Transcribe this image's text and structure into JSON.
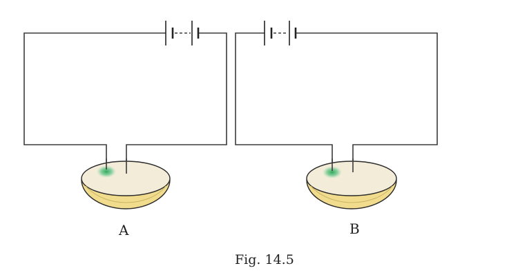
{
  "panels": [
    {
      "label": "A",
      "spot_color": "#2fa85a"
    },
    {
      "label": "B",
      "spot_color": "#2fa85a"
    }
  ],
  "caption": "Fig. 14.5",
  "colors": {
    "wire": "#3a3a3a",
    "potato_top": "#f3ecd9",
    "potato_skin": "#f0dc8c",
    "outline": "#2a2a2a"
  }
}
